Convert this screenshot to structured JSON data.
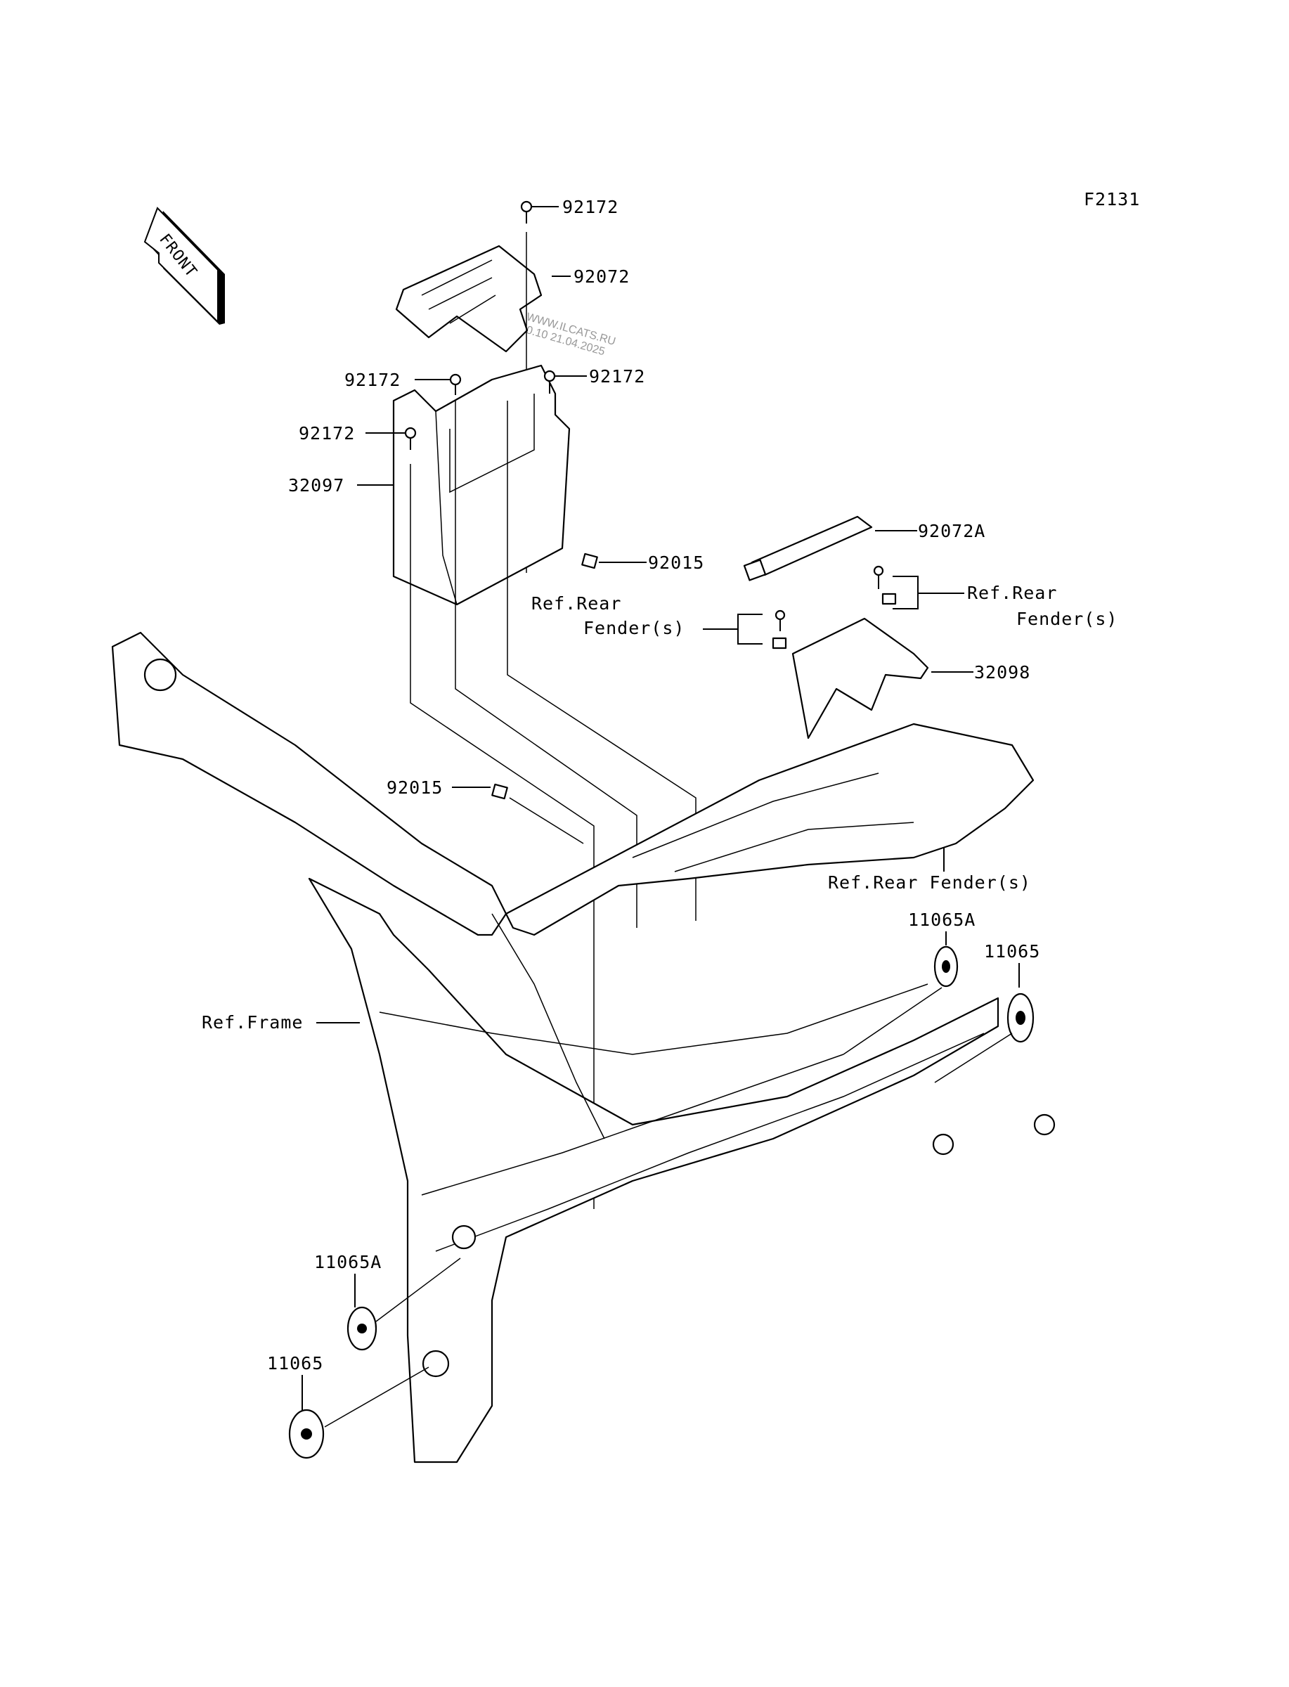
{
  "diagram": {
    "figure_code": "F2131",
    "front_arrow_label": "FRONT",
    "watermark": [
      "WWW.ILCATS.RU",
      "10.10 21.04.2025"
    ],
    "callouts": [
      {
        "id": "c1",
        "part": "92172"
      },
      {
        "id": "c2",
        "part": "92072"
      },
      {
        "id": "c3",
        "part": "92172"
      },
      {
        "id": "c4",
        "part": "92172"
      },
      {
        "id": "c5",
        "part": "92172"
      },
      {
        "id": "c6",
        "part": "32097"
      },
      {
        "id": "c7",
        "part": "92015"
      },
      {
        "id": "c8",
        "part": "92072A"
      },
      {
        "id": "c9",
        "part": "32098"
      },
      {
        "id": "c10",
        "part": "92015"
      },
      {
        "id": "c11",
        "part": "11065A"
      },
      {
        "id": "c12",
        "part": "11065"
      },
      {
        "id": "c13",
        "part": "11065A"
      },
      {
        "id": "c14",
        "part": "11065"
      }
    ],
    "references": [
      {
        "id": "r1",
        "lines": [
          "Ref.Rear",
          "Fender(s)"
        ]
      },
      {
        "id": "r2",
        "lines": [
          "Ref.Rear",
          "Fender(s)"
        ]
      },
      {
        "id": "r3",
        "lines": [
          "Ref.Rear Fender(s)"
        ]
      },
      {
        "id": "r4",
        "lines": [
          "Ref.Frame"
        ]
      }
    ]
  }
}
